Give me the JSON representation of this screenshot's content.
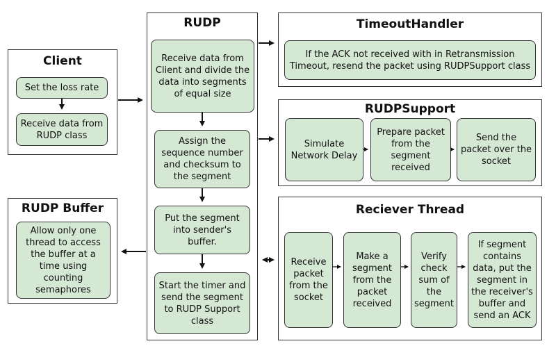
{
  "client": {
    "title": "Client",
    "items": [
      "Set the loss rate",
      "Receive data from RUDP class"
    ]
  },
  "rudp_buffer": {
    "title": "RUDP Buffer",
    "items": [
      "Allow only one thread to access the buffer at a time using counting semaphores"
    ]
  },
  "rudp": {
    "title": "RUDP",
    "steps": [
      "Receive data from Client and divide the data into segments of equal size",
      "Assign the sequence number and checksum to the segment",
      "Put the segment into sender's buffer.",
      "Start the timer and send the segment to RUDP Support class"
    ]
  },
  "timeout_handler": {
    "title": "TimeoutHandler",
    "items": [
      "If the ACK not received with in Retransmission Timeout, resend the packet using RUDPSupport class"
    ]
  },
  "rudp_support": {
    "title": "RUDPSupport",
    "items": [
      "Simulate Network Delay",
      "Prepare packet from the segment received",
      "Send the packet over the socket"
    ]
  },
  "receiver_thread": {
    "title": "Reciever Thread",
    "items": [
      "Receive packet from the socket",
      "Make a segment from the packet received",
      "Verify check sum of the segment",
      "If segment contains data, put the segment in the receiver's buffer and send an ACK"
    ]
  }
}
